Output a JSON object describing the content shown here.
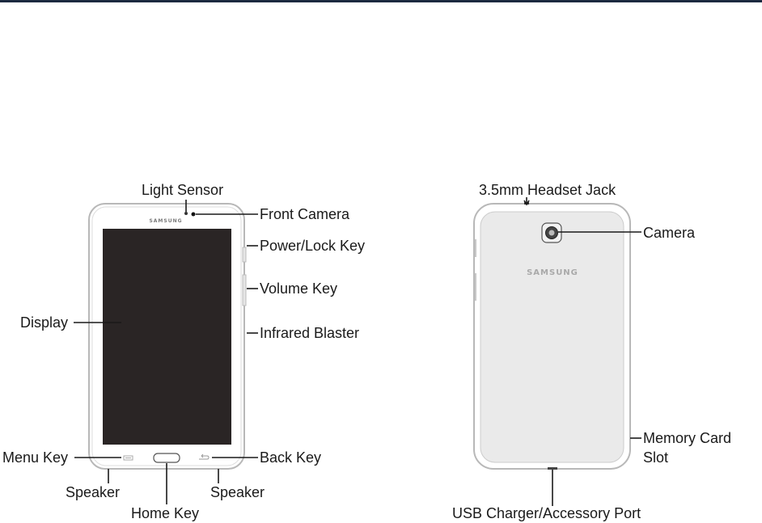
{
  "front": {
    "brand": "SAMSUNG",
    "labels": {
      "light_sensor": "Light Sensor",
      "front_camera": "Front Camera",
      "power_lock_key": "Power/Lock Key",
      "volume_key": "Volume Key",
      "display": "Display",
      "infrared_blaster": "Infrared Blaster",
      "menu_key": "Menu Key",
      "back_key": "Back Key",
      "speaker_left": "Speaker",
      "speaker_right": "Speaker",
      "home_key": "Home Key"
    }
  },
  "back": {
    "brand": "SAMSUNG",
    "labels": {
      "headset_jack": "3.5mm Headset Jack",
      "camera": "Camera",
      "memory_card_line1": "Memory Card",
      "memory_card_line2": "Slot",
      "usb_port": "USB Charger/Accessory Port"
    }
  },
  "colors": {
    "top_bar": "#1c2a40",
    "screen": "#2a2525",
    "device_outline": "#b8b8b8",
    "back_panel": "#eaeaea"
  }
}
